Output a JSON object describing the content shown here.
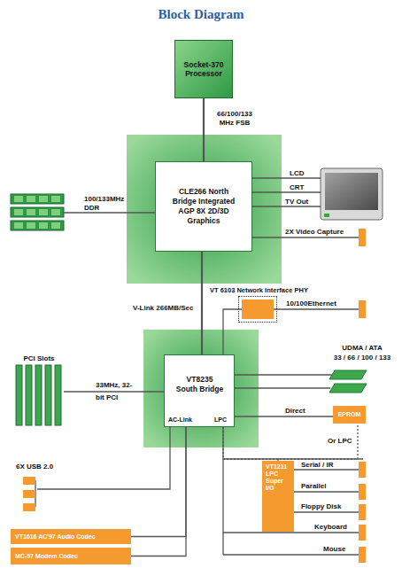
{
  "diagram": {
    "title": "Block Diagram",
    "nodes": [
      {
        "text": [
          "Socket-370 Processor"
        ]
      },
      {
        "text": [
          "CLE266 North Bridge Integrated AGP 8X 2D/3D Graphics"
        ]
      },
      {
        "text": [
          "VT 6103 Network Interface PHY"
        ]
      },
      {
        "text": [
          "VT8235 South Bridge",
          "AC-Link",
          "LPC"
        ]
      },
      {
        "text": [
          "EPROM"
        ]
      },
      {
        "text": [
          "VT1211 LPC Super I/O"
        ]
      },
      {
        "text": [
          "VT1616 AC'97 Audio Codec"
        ]
      },
      {
        "text": [
          "MC-97 Modem Codec"
        ]
      }
    ],
    "edges": [
      {
        "from": 0,
        "to": 1,
        "arrow": "none",
        "label": "66/100/133 MHz FSB"
      },
      {
        "from": 1,
        "to": 3,
        "arrow": "none",
        "label": "V-Link 266MB/Sec"
      },
      {
        "from": 3,
        "to": 2,
        "arrow": "none"
      },
      {
        "from": 3,
        "to": 4,
        "arrow": "none",
        "label": "Direct"
      },
      {
        "from": 3,
        "to": 4,
        "arrow": "none",
        "label": "Or LPC"
      },
      {
        "from": 3,
        "to": 5,
        "arrow": "none"
      },
      {
        "from": 3,
        "to": 6,
        "arrow": "none"
      },
      {
        "from": 3,
        "to": 7,
        "arrow": "none"
      }
    ],
    "labels": [
      "LCD",
      "CRT",
      "TV Out",
      "2X Video Capture",
      "100/133MHz DDR",
      "10/100Ethernet",
      "PCI Slots",
      "33MHz, 32-bit PCI",
      "UDMA / ATA",
      "33 / 66 / 100 / 133",
      "6X USB 2.0",
      "Serial / IR",
      "Parallel",
      "Floppy Disk",
      "Keyboard",
      "Mouse"
    ]
  }
}
